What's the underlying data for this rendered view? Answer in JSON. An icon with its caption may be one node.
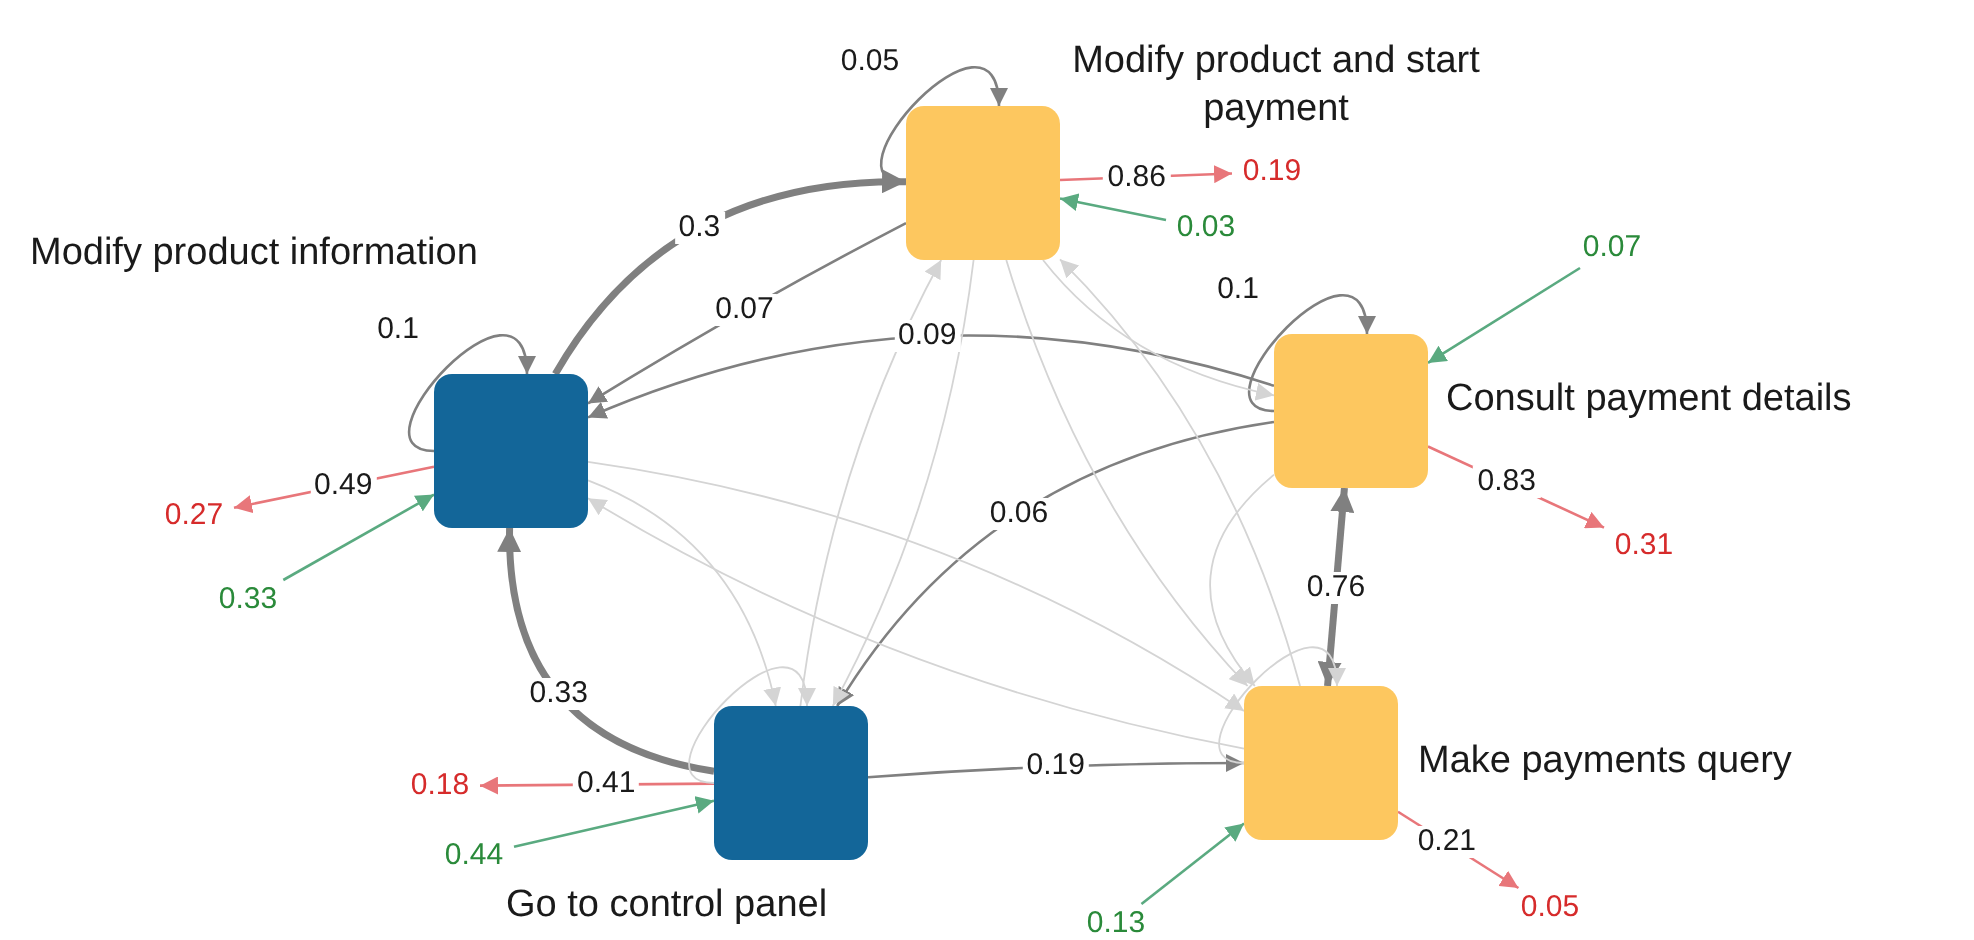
{
  "diagram": {
    "nodes": [
      {
        "text": [
          "Modify product information"
        ]
      },
      {
        "text": [
          "Modify product and start payment"
        ]
      },
      {
        "text": [
          "Consult payment details"
        ]
      },
      {
        "text": [
          "Go to control panel"
        ]
      },
      {
        "text": [
          "Make payments query"
        ]
      },
      {
        "text": [
          "0.27"
        ]
      },
      {
        "text": [
          "0.33"
        ]
      },
      {
        "text": [
          "0.19"
        ]
      },
      {
        "text": [
          "0.03"
        ]
      },
      {
        "text": [
          "0.07"
        ]
      },
      {
        "text": [
          "0.31"
        ]
      },
      {
        "text": [
          "0.18"
        ]
      },
      {
        "text": [
          "0.44"
        ]
      },
      {
        "text": [
          "0.05"
        ]
      },
      {
        "text": [
          "0.13"
        ]
      }
    ],
    "edges": [
      {
        "from": 1,
        "to": 1,
        "arrow": "to",
        "label": "0.05"
      },
      {
        "from": 0,
        "to": 0,
        "arrow": "to",
        "label": "0.1"
      },
      {
        "from": 2,
        "to": 2,
        "arrow": "to",
        "label": "0.1"
      },
      {
        "from": 0,
        "to": 1,
        "arrow": "to",
        "label": "0.3",
        "style": "thick"
      },
      {
        "from": 1,
        "to": 0,
        "arrow": "to",
        "label": "0.07"
      },
      {
        "from": 2,
        "to": 0,
        "arrow": "to",
        "label": "0.09"
      },
      {
        "from": 3,
        "to": 0,
        "arrow": "to",
        "label": "0.33",
        "style": "thick"
      },
      {
        "from": 2,
        "to": 3,
        "arrow": "to",
        "label": "0.06"
      },
      {
        "from": 3,
        "to": 4,
        "arrow": "to",
        "label": "0.19"
      },
      {
        "from": 4,
        "to": 2,
        "arrow": "both",
        "label": "0.76",
        "style": "thick"
      },
      {
        "from": 0,
        "to": 5,
        "arrow": "to",
        "label": "0.49",
        "color": "#e8767a"
      },
      {
        "from": 6,
        "to": 0,
        "arrow": "to",
        "color": "#5aaa80"
      },
      {
        "from": 1,
        "to": 7,
        "arrow": "to",
        "label": "0.86",
        "color": "#e8767a"
      },
      {
        "from": 8,
        "to": 1,
        "arrow": "to",
        "color": "#5aaa80"
      },
      {
        "from": 9,
        "to": 2,
        "arrow": "to",
        "color": "#5aaa80"
      },
      {
        "from": 2,
        "to": 10,
        "arrow": "to",
        "label": "0.83",
        "color": "#e8767a"
      },
      {
        "from": 3,
        "to": 11,
        "arrow": "to",
        "label": "0.41",
        "color": "#e8767a"
      },
      {
        "from": 12,
        "to": 3,
        "arrow": "to",
        "color": "#5aaa80"
      },
      {
        "from": 4,
        "to": 13,
        "arrow": "to",
        "label": "0.21",
        "color": "#e8767a"
      },
      {
        "from": 14,
        "to": 4,
        "arrow": "to",
        "color": "#5aaa80"
      },
      {
        "from": 3,
        "to": 3,
        "arrow": "to",
        "color": "#d4d4d4"
      },
      {
        "from": 4,
        "to": 4,
        "arrow": "to",
        "color": "#d4d4d4"
      },
      {
        "from": 0,
        "to": 3,
        "arrow": "to",
        "color": "#d4d4d4"
      },
      {
        "from": 1,
        "to": 3,
        "arrow": "to",
        "color": "#d4d4d4"
      },
      {
        "from": 1,
        "to": 4,
        "arrow": "to",
        "color": "#d4d4d4"
      },
      {
        "from": 3,
        "to": 1,
        "arrow": "to",
        "color": "#d4d4d4"
      },
      {
        "from": 4,
        "to": 1,
        "arrow": "to",
        "color": "#d4d4d4"
      },
      {
        "from": 2,
        "to": 4,
        "arrow": "to",
        "color": "#d4d4d4"
      },
      {
        "from": 4,
        "to": 0,
        "arrow": "to",
        "color": "#d4d4d4"
      },
      {
        "from": 1,
        "to": 2,
        "arrow": "to",
        "color": "#d4d4d4"
      },
      {
        "from": 0,
        "to": 4,
        "arrow": "to",
        "color": "#d4d4d4"
      }
    ]
  }
}
